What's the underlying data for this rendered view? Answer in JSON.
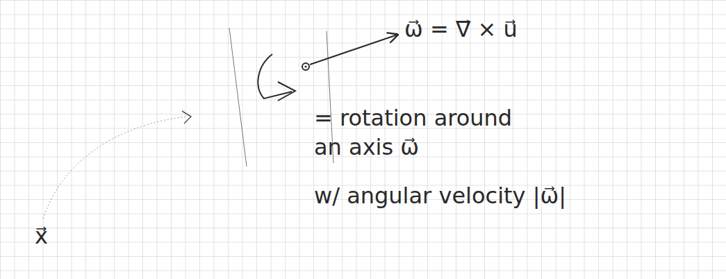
{
  "diagram": {
    "labels": [
      "ω⃗ = ∇⃗ × u⃗",
      "= rotation around an axis ω⃗",
      "w/ angular velocity |ω⃗|",
      "x⃗"
    ]
  }
}
